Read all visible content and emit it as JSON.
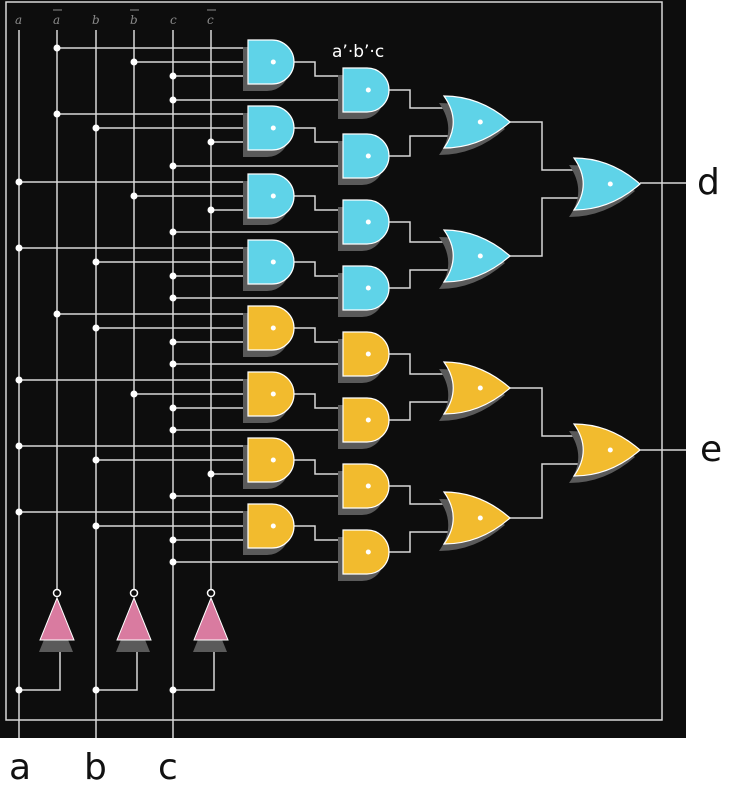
{
  "diagram": {
    "annotation": "a’·b’·c",
    "rail_labels": [
      "a",
      "a",
      "b",
      "b",
      "c",
      "c"
    ],
    "input_labels": [
      "a",
      "b",
      "c"
    ],
    "output_labels": [
      "d",
      "e"
    ]
  },
  "colors": {
    "panel": "#0d0d0d",
    "wire": "#d8d8d8",
    "group_d": "#5fd3e8",
    "group_e": "#f2bb2e",
    "inverter": "#d97ba0",
    "shadow": "#5a5a5a"
  },
  "gates": {
    "inverters": 3,
    "and3_per_group": 4,
    "and2_per_group": 4,
    "or_stage1_per_group": 2,
    "or_stage2_per_group": 1
  }
}
